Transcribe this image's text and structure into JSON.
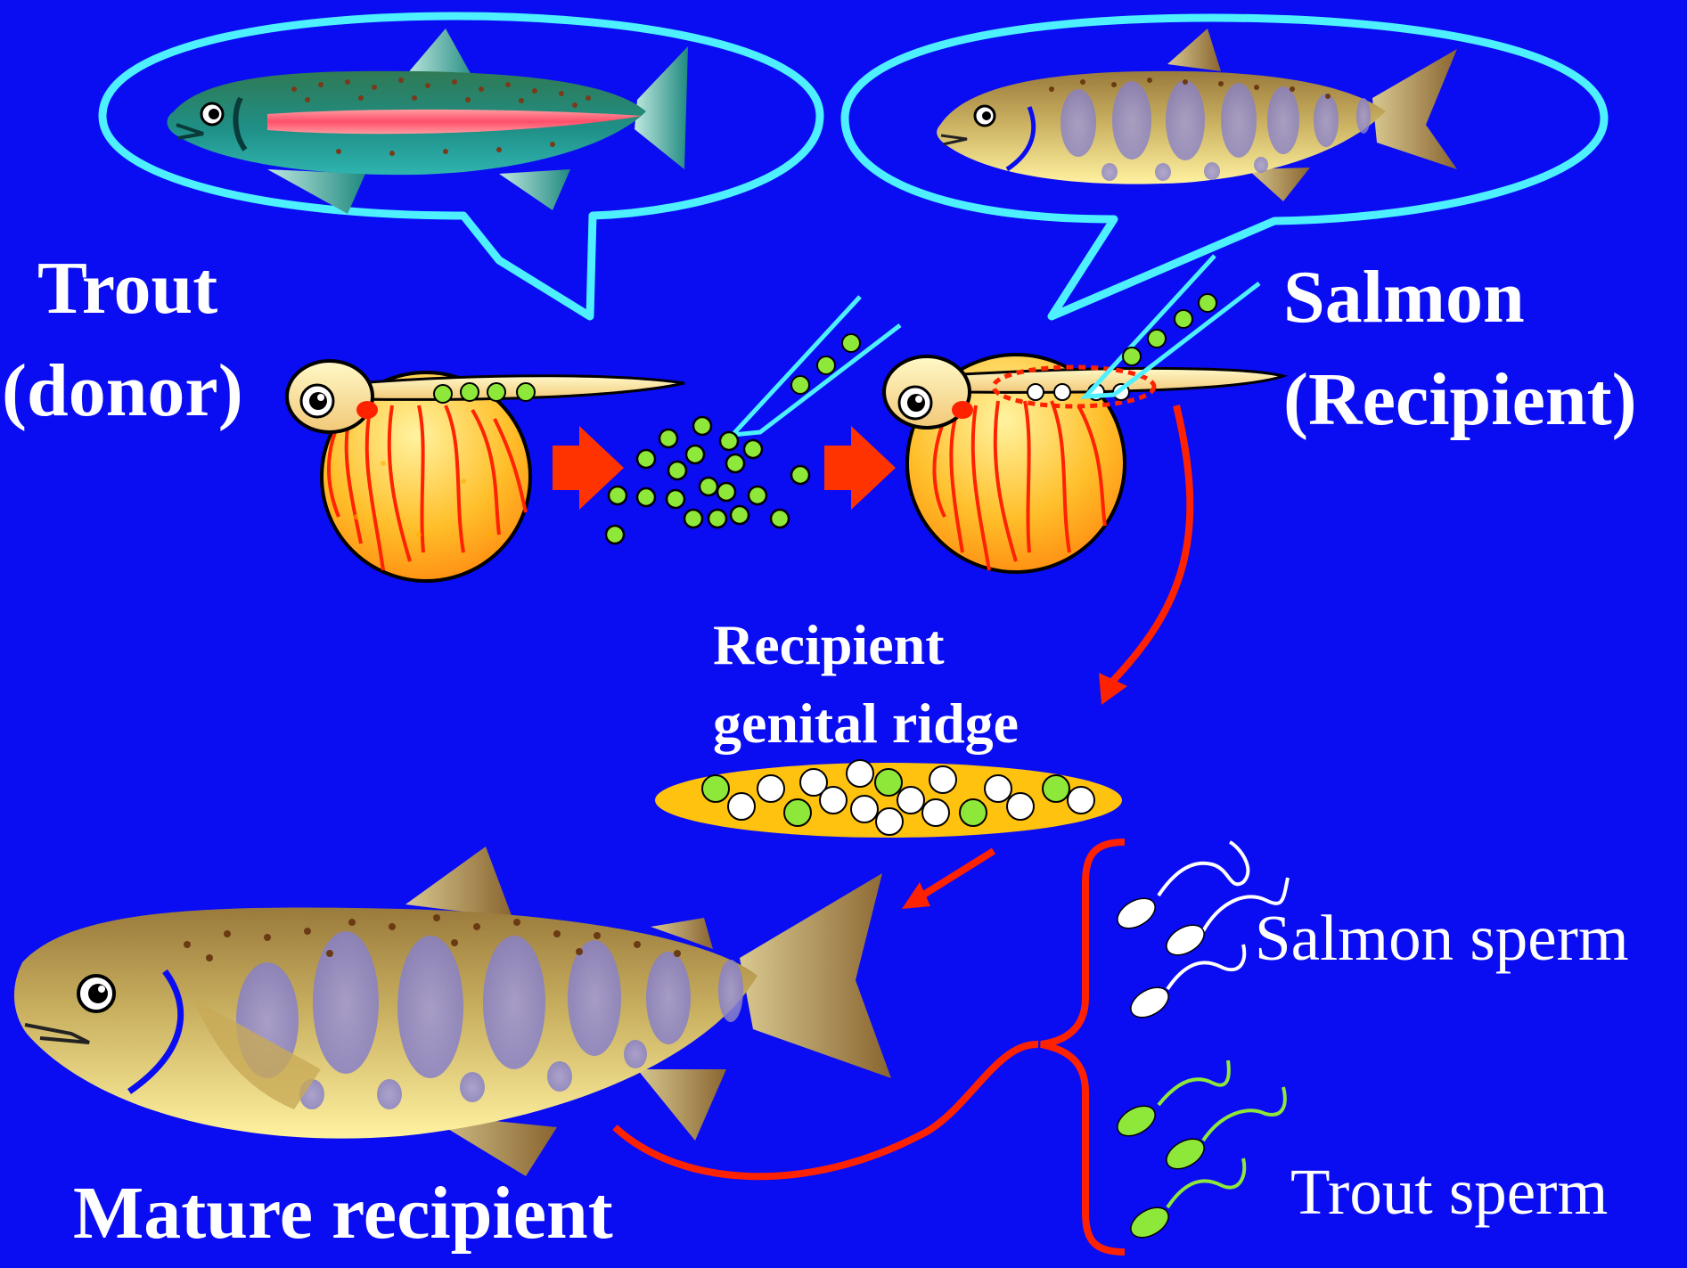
{
  "labels": {
    "trout_donor_line1": "Trout",
    "trout_donor_line2": "(donor)",
    "salmon_recipient_line1": "Salmon",
    "salmon_recipient_line2": "(Recipient)",
    "genital_ridge_line1": "Recipient",
    "genital_ridge_line2": "genital ridge",
    "salmon_sperm": "Salmon sperm",
    "trout_sperm": "Trout sperm",
    "mature_recipient": "Mature recipient"
  },
  "colors": {
    "background": "#0a0cf2",
    "bubble_outline": "#4ef0ff",
    "arrow_red": "#ff3300",
    "germ_cell_green": "#8ee83a",
    "yolk_orange": "#ffb21c",
    "genital_ridge_fill": "#ffc20e",
    "text": "#ffffff"
  }
}
